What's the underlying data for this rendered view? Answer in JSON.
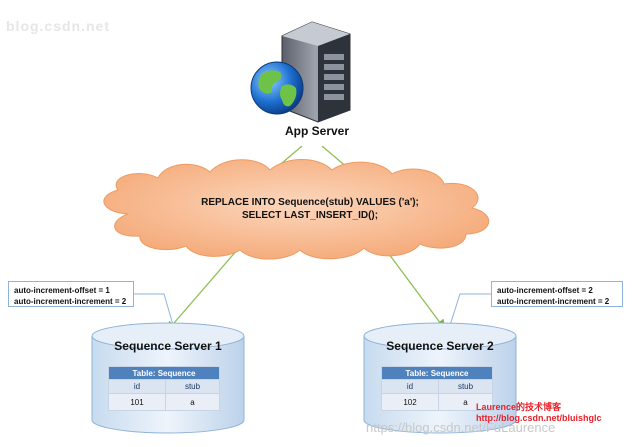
{
  "app_server": {
    "label": "App Server"
  },
  "cloud": {
    "line1": "REPLACE INTO Sequence(stub) VALUES ('a');",
    "line2": "SELECT LAST_INSERT_ID();"
  },
  "notes": {
    "left": {
      "offset": "auto-increment-offset = 1",
      "increment": "auto-increment-increment = 2"
    },
    "right": {
      "offset": "auto-increment-offset = 2",
      "increment": "auto-increment-increment = 2"
    }
  },
  "servers": [
    {
      "title": "Sequence Server 1",
      "table_title": "Table: Sequence",
      "col_id": "id",
      "col_stub": "stub",
      "row_id": "101",
      "row_stub": "a"
    },
    {
      "title": "Sequence Server 2",
      "table_title": "Table: Sequence",
      "col_id": "id",
      "col_stub": "stub",
      "row_id": "102",
      "row_stub": "a"
    }
  ],
  "watermarks": {
    "top_left": "blog.csdn.net",
    "author": "Laurence的技术博客",
    "url": "http://blog.csdn.net/bluishglc",
    "site": "https://blog.csdn.net/FuLaurence"
  },
  "colors": {
    "cloud_fill": "#f8bf98",
    "cloud_edge": "#ef9a62",
    "arrow": "#8cc152",
    "cylinder": "#dce9f5",
    "cylinder_edge": "#8fb3d9",
    "table_header": "#4f81bd",
    "watermark_red": "#e8212b"
  },
  "icons": {
    "server": "server-tower-icon",
    "globe": "globe-icon"
  }
}
